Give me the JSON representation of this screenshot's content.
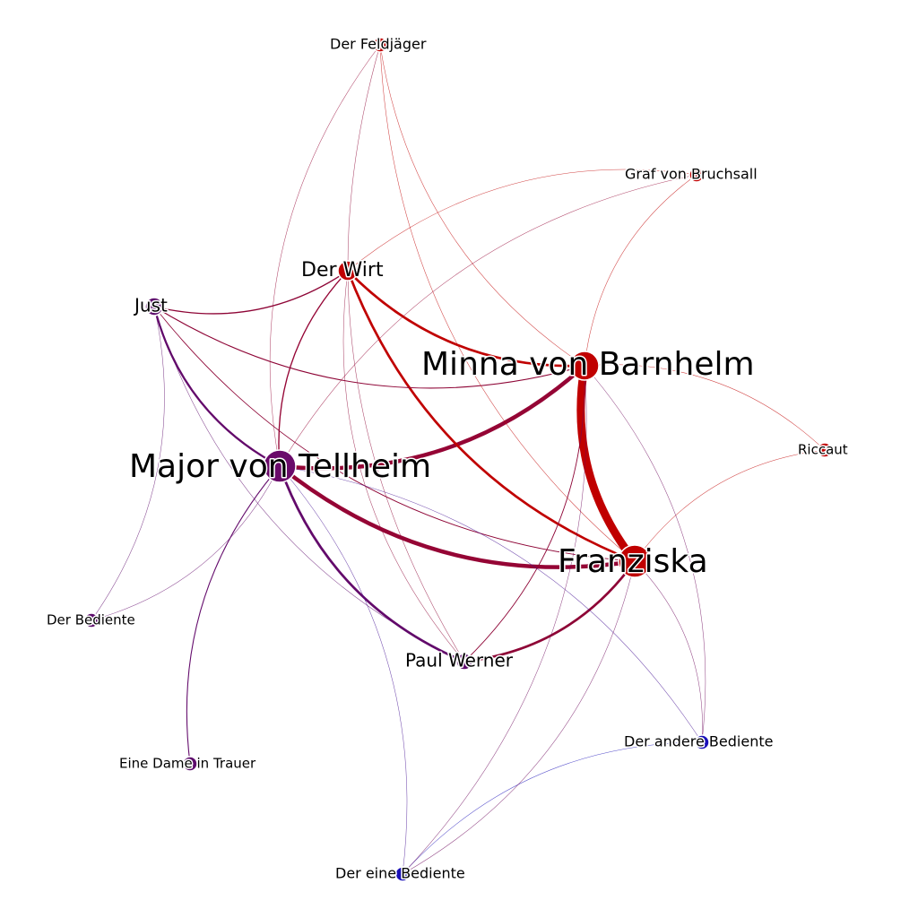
{
  "network": {
    "colors": {
      "red": "#c00000",
      "purple": "#5c0a6b",
      "blue": "#1a10b8",
      "crimson": "#8a0a3a",
      "node_fill_light": "#e8c4d4"
    },
    "nodes": [
      {
        "id": "tellheim",
        "label": "Major von Tellheim",
        "color": "#6a0a6a"
      },
      {
        "id": "minna",
        "label": "Minna von Barnhelm",
        "color": "#c00000"
      },
      {
        "id": "franziska",
        "label": "Franziska",
        "color": "#c00000"
      },
      {
        "id": "wirt",
        "label": "Der Wirt",
        "color": "#c00000"
      },
      {
        "id": "just",
        "label": "Just",
        "color": "#5c0a6b"
      },
      {
        "id": "werner",
        "label": "Paul Werner",
        "color": "#5c0a6b"
      },
      {
        "id": "feldjaeger",
        "label": "Der Feldjäger",
        "color": "#c00000"
      },
      {
        "id": "graf",
        "label": "Graf von Bruchsall",
        "color": "#c00000"
      },
      {
        "id": "riccaut",
        "label": "Riccaut",
        "color": "#c00000"
      },
      {
        "id": "bediente",
        "label": "Der Bediente",
        "color": "#5c0a6b"
      },
      {
        "id": "dame",
        "label": "Eine Dame in Trauer",
        "color": "#5c0a6b"
      },
      {
        "id": "andere",
        "label": "Der andere Bediente",
        "color": "#1a10b8"
      },
      {
        "id": "eine",
        "label": "Der eine Bediente",
        "color": "#1a10b8"
      }
    ],
    "edges": [
      {
        "source": "minna",
        "target": "franziska",
        "weight": 10
      },
      {
        "source": "tellheim",
        "target": "minna",
        "weight": 5
      },
      {
        "source": "tellheim",
        "target": "franziska",
        "weight": 5
      },
      {
        "source": "wirt",
        "target": "minna",
        "weight": 3
      },
      {
        "source": "wirt",
        "target": "franziska",
        "weight": 3
      },
      {
        "source": "tellheim",
        "target": "werner",
        "weight": 3
      },
      {
        "source": "werner",
        "target": "franziska",
        "weight": 3
      },
      {
        "source": "just",
        "target": "tellheim",
        "weight": 2.5
      },
      {
        "source": "just",
        "target": "wirt",
        "weight": 1.5
      },
      {
        "source": "wirt",
        "target": "tellheim",
        "weight": 1.5
      },
      {
        "source": "tellheim",
        "target": "dame",
        "weight": 1.2
      },
      {
        "source": "just",
        "target": "minna",
        "weight": 1.2
      },
      {
        "source": "just",
        "target": "franziska",
        "weight": 1
      },
      {
        "source": "werner",
        "target": "minna",
        "weight": 1
      },
      {
        "source": "feldjaeger",
        "target": "tellheim",
        "weight": 0.6
      },
      {
        "source": "feldjaeger",
        "target": "minna",
        "weight": 0.6
      },
      {
        "source": "feldjaeger",
        "target": "franziska",
        "weight": 0.6
      },
      {
        "source": "graf",
        "target": "minna",
        "weight": 0.6
      },
      {
        "source": "graf",
        "target": "wirt",
        "weight": 0.6
      },
      {
        "source": "graf",
        "target": "tellheim",
        "weight": 0.6
      },
      {
        "source": "riccaut",
        "target": "minna",
        "weight": 0.6
      },
      {
        "source": "riccaut",
        "target": "franziska",
        "weight": 0.6
      },
      {
        "source": "bediente",
        "target": "just",
        "weight": 0.6
      },
      {
        "source": "bediente",
        "target": "tellheim",
        "weight": 0.6
      },
      {
        "source": "andere",
        "target": "tellheim",
        "weight": 0.6
      },
      {
        "source": "andere",
        "target": "franziska",
        "weight": 0.6
      },
      {
        "source": "andere",
        "target": "minna",
        "weight": 0.6
      },
      {
        "source": "andere",
        "target": "eine",
        "weight": 0.6
      },
      {
        "source": "eine",
        "target": "tellheim",
        "weight": 0.6
      },
      {
        "source": "eine",
        "target": "franziska",
        "weight": 0.6
      },
      {
        "source": "eine",
        "target": "minna",
        "weight": 0.6
      },
      {
        "source": "just",
        "target": "werner",
        "weight": 0.6
      },
      {
        "source": "wirt",
        "target": "werner",
        "weight": 0.6
      },
      {
        "source": "feldjaeger",
        "target": "werner",
        "weight": 0.6
      }
    ]
  }
}
